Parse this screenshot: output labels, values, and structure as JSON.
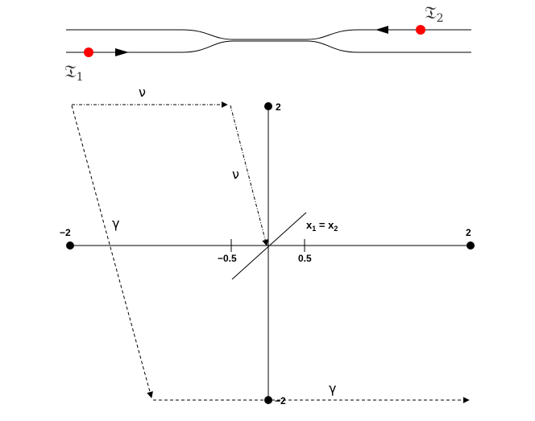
{
  "top": {
    "particle1": {
      "symbol": "𝔗",
      "subscript": "1",
      "color": "#ff0000"
    },
    "particle2": {
      "symbol": "𝔗",
      "subscript": "2",
      "color": "#ff0000"
    }
  },
  "axes": {
    "left_end_label": "−2",
    "right_end_label": "2",
    "top_end_label": "2",
    "bottom_end_label": "−2",
    "tick_neg_label": "−0.5",
    "tick_pos_label": "0.5"
  },
  "diagonal_label": {
    "lhs": "x",
    "lhs_sub": "1",
    "eq": " = ",
    "rhs": "x",
    "rhs_sub": "2"
  },
  "path_labels": {
    "nu_top": "ν",
    "nu_side": "ν",
    "gamma_side": "γ",
    "gamma_bottom": "γ"
  }
}
